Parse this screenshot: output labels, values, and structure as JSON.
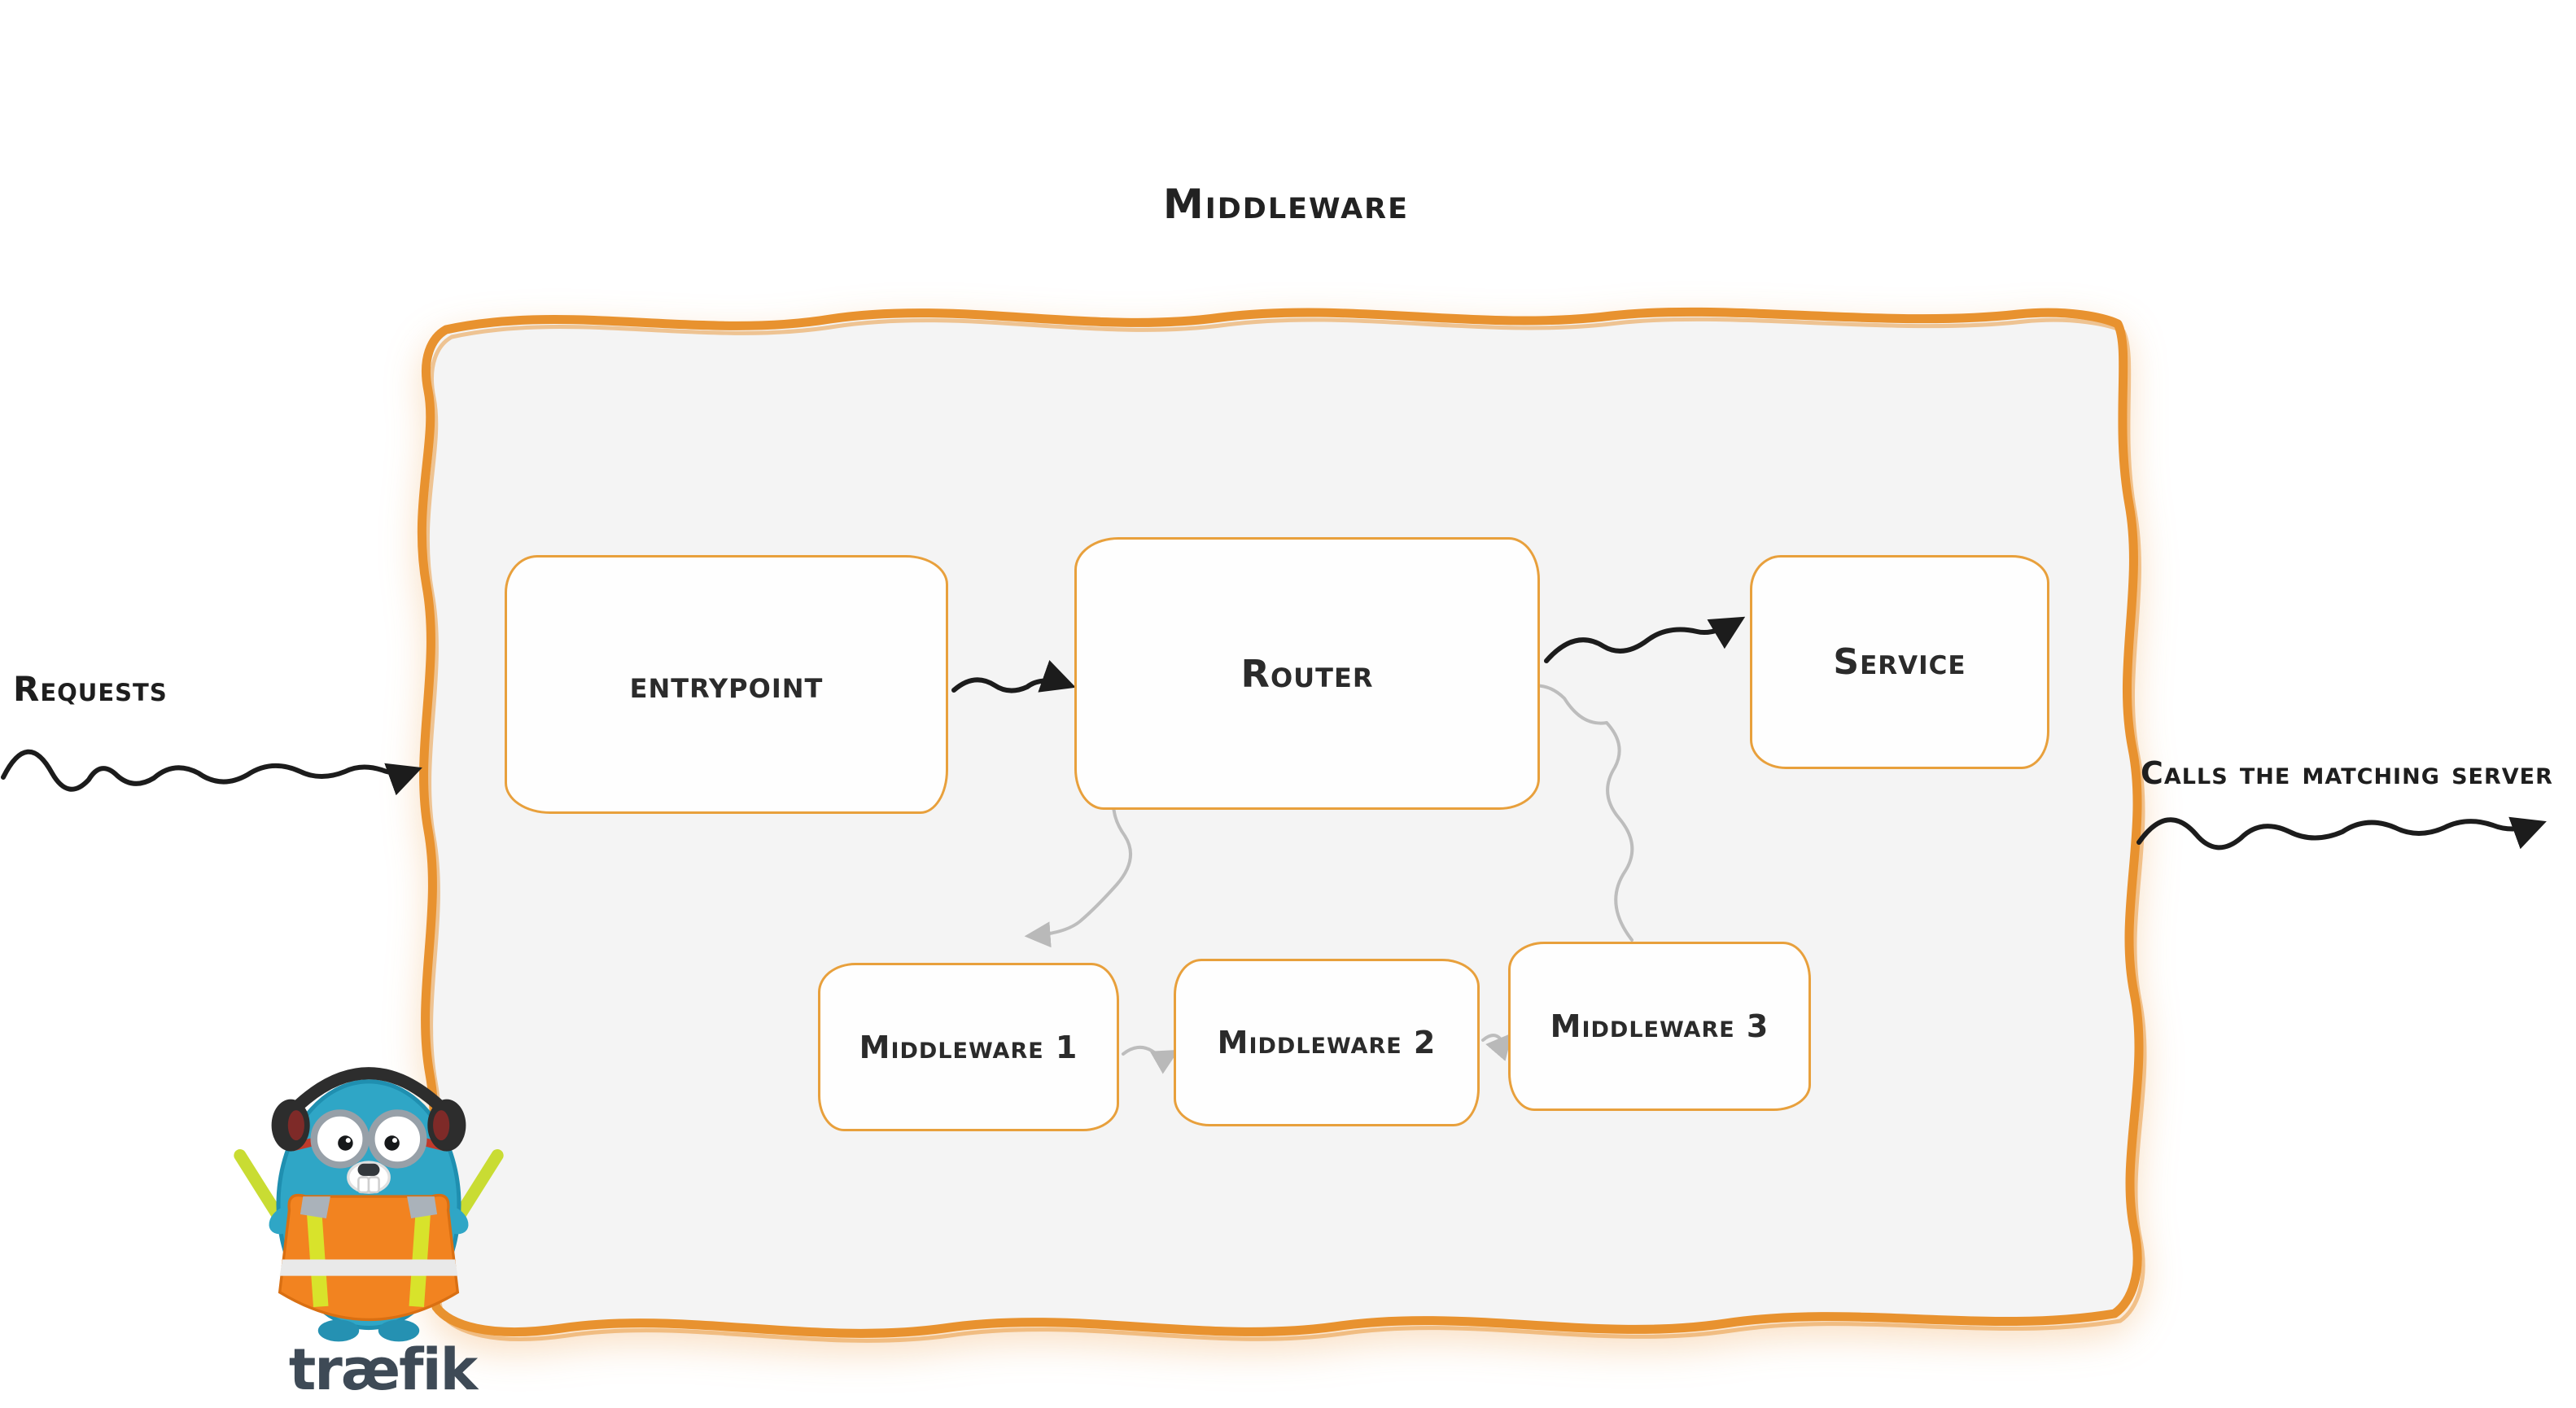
{
  "diagram": {
    "title": "Middleware",
    "nodes": {
      "entrypoint": {
        "label": "entrypoint"
      },
      "router": {
        "label": "Router"
      },
      "service": {
        "label": "Service"
      },
      "middleware1": {
        "label": "Middleware 1"
      },
      "middleware2": {
        "label": "Middleware 2"
      },
      "middleware3": {
        "label": "Middleware 3"
      }
    },
    "annotations": {
      "requests_label": "Requests",
      "calls_label": "Calls the matching server"
    },
    "edges": [
      {
        "from": "requests",
        "to": "middleware-container",
        "style": "black-squiggle-arrow"
      },
      {
        "from": "entrypoint",
        "to": "router",
        "style": "black-squiggle-arrow"
      },
      {
        "from": "router",
        "to": "service",
        "style": "black-squiggle-arrow"
      },
      {
        "from": "router",
        "to": "middleware1",
        "style": "gray-squiggle-arrow"
      },
      {
        "from": "middleware1",
        "to": "middleware2",
        "style": "gray-squiggle-arrow"
      },
      {
        "from": "middleware2",
        "to": "middleware3",
        "style": "gray-squiggle-arrow"
      },
      {
        "from": "middleware3",
        "to": "router",
        "style": "gray-squiggle-arrow"
      },
      {
        "from": "middleware-container",
        "to": "matching-server",
        "style": "black-squiggle-arrow"
      }
    ],
    "logo": {
      "wordmark": "træfik"
    },
    "colors": {
      "container_border": "#E8922F",
      "container_fill": "#F4F4F4",
      "node_border": "#E8A03C",
      "node_fill": "#FEFEFE",
      "black_arrow": "#1C1C1C",
      "gray_arrow": "#BDBDBD",
      "text": "#2B2B2B",
      "gopher_blue": "#2FA6C6",
      "vest_orange": "#F28320",
      "wand_green": "#C9DC33",
      "wordmark": "#3E4A56"
    }
  }
}
